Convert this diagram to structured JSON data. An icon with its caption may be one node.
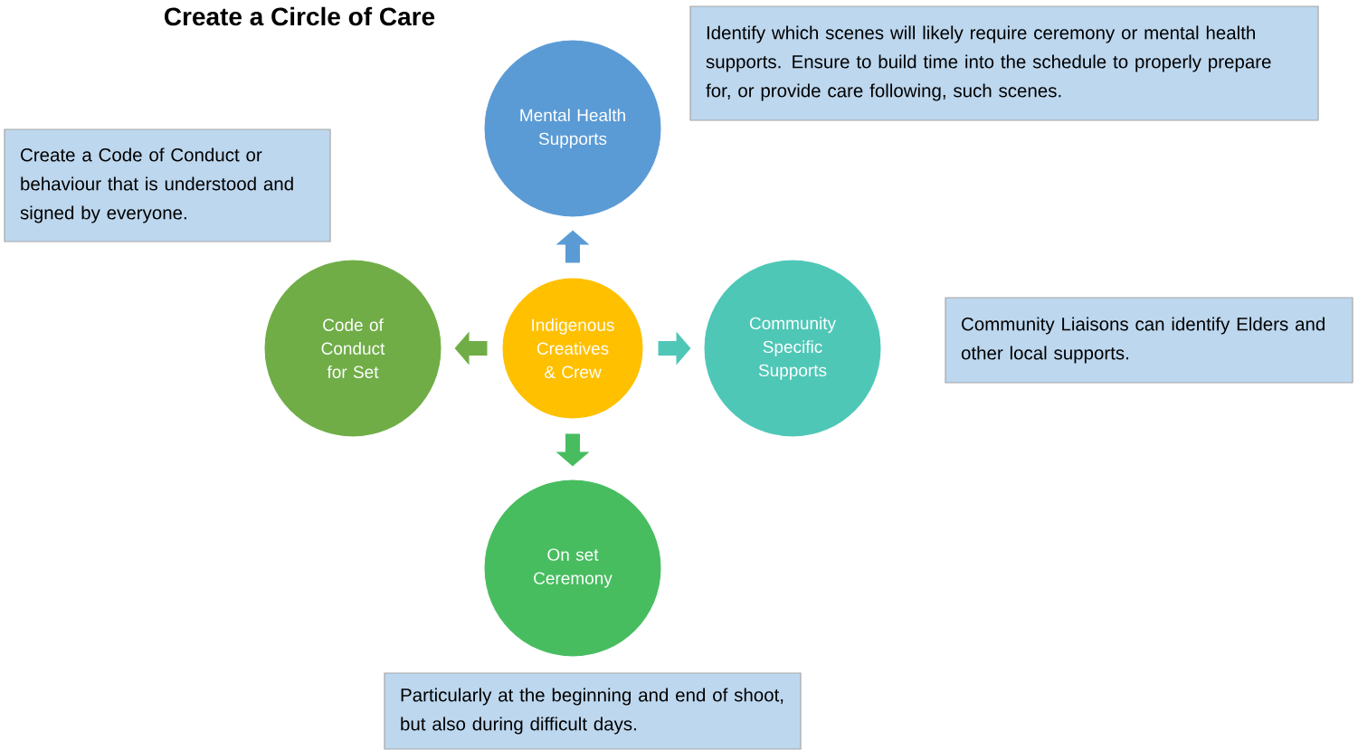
{
  "diagram": {
    "title": "Create a Circle of Care",
    "nodes": [
      {
        "text": [
          "Indigenous Creatives & Crew"
        ]
      },
      {
        "text": [
          "Mental Health Supports"
        ]
      },
      {
        "text": [
          "Code of Conduct for Set"
        ]
      },
      {
        "text": [
          "Community Specific Supports"
        ]
      },
      {
        "text": [
          "On set Ceremony"
        ]
      },
      {
        "text": [
          "Identify which scenes will likely require ceremony or mental health supports. Ensure to build time into the schedule to properly prepare for, or provide care following, such scenes."
        ]
      },
      {
        "text": [
          "Create a Code of Conduct or behaviour that is understood and signed by everyone."
        ]
      },
      {
        "text": [
          "Community Liaisons can identify Elders and other local supports."
        ]
      },
      {
        "text": [
          "Particularly at the beginning and end of shoot, but also during difficult days."
        ]
      }
    ],
    "edges": [
      {
        "from": 0,
        "to": 1,
        "arrow": "to",
        "color": "#5b9bd5"
      },
      {
        "from": 0,
        "to": 2,
        "arrow": "to",
        "color": "#70ad47"
      },
      {
        "from": 0,
        "to": 3,
        "arrow": "to",
        "color": "#4fc7b7"
      },
      {
        "from": 0,
        "to": 4,
        "arrow": "to",
        "color": "#47bd60"
      }
    ]
  }
}
